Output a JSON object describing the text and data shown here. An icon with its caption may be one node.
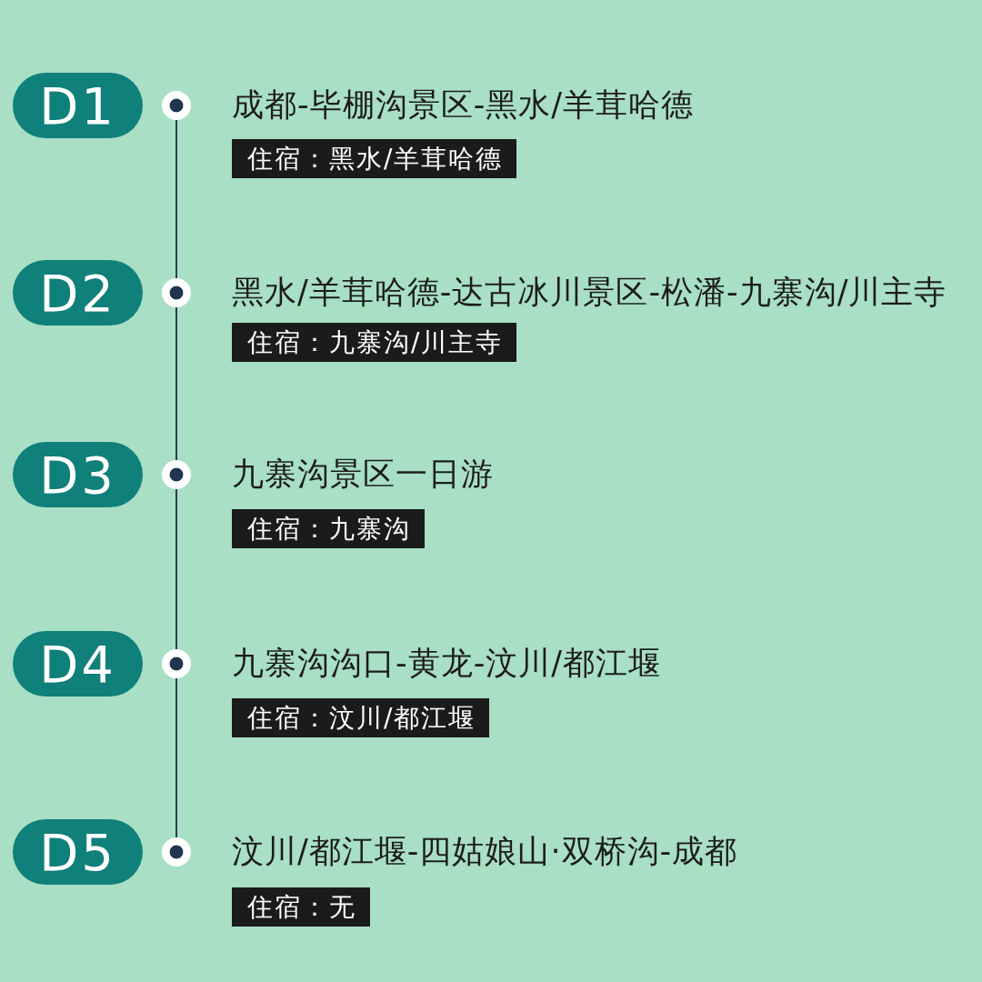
{
  "diagram": {
    "nodes": [
      {
        "text": [
          "D1"
        ]
      },
      {
        "text": [],
        "shape": "circle"
      },
      {
        "text": [
          "住宿：黑水/羊茸哈德"
        ]
      },
      {
        "text": [
          "D2"
        ]
      },
      {
        "text": [],
        "shape": "circle"
      },
      {
        "text": [
          "住宿：九寨沟/川主寺"
        ]
      },
      {
        "text": [
          "D3"
        ]
      },
      {
        "text": [],
        "shape": "circle"
      },
      {
        "text": [
          "住宿：九寨沟"
        ]
      },
      {
        "text": [
          "D4"
        ]
      },
      {
        "text": [],
        "shape": "circle"
      },
      {
        "text": [
          "住宿：汶川/都江堰"
        ]
      },
      {
        "text": [
          "D5"
        ]
      },
      {
        "text": [],
        "shape": "circle"
      },
      {
        "text": [
          "住宿：无"
        ]
      }
    ],
    "edges": [
      {
        "from": 1,
        "to": 4,
        "arrow": "none"
      },
      {
        "from": 4,
        "to": 7,
        "arrow": "none"
      },
      {
        "from": 7,
        "to": 10,
        "arrow": "none"
      },
      {
        "from": 10,
        "to": 13,
        "arrow": "none"
      }
    ],
    "labels": [
      "成都-毕棚沟景区-黑水/羊茸哈德",
      "黑水/羊茸哈德-达古冰川景区-松潘-九寨沟/川主寺",
      "九寨沟景区一日游",
      "九寨沟沟口-黄龙-汶川/都江堰",
      "汶川/都江堰-四姑娘山·双桥沟-成都"
    ]
  }
}
